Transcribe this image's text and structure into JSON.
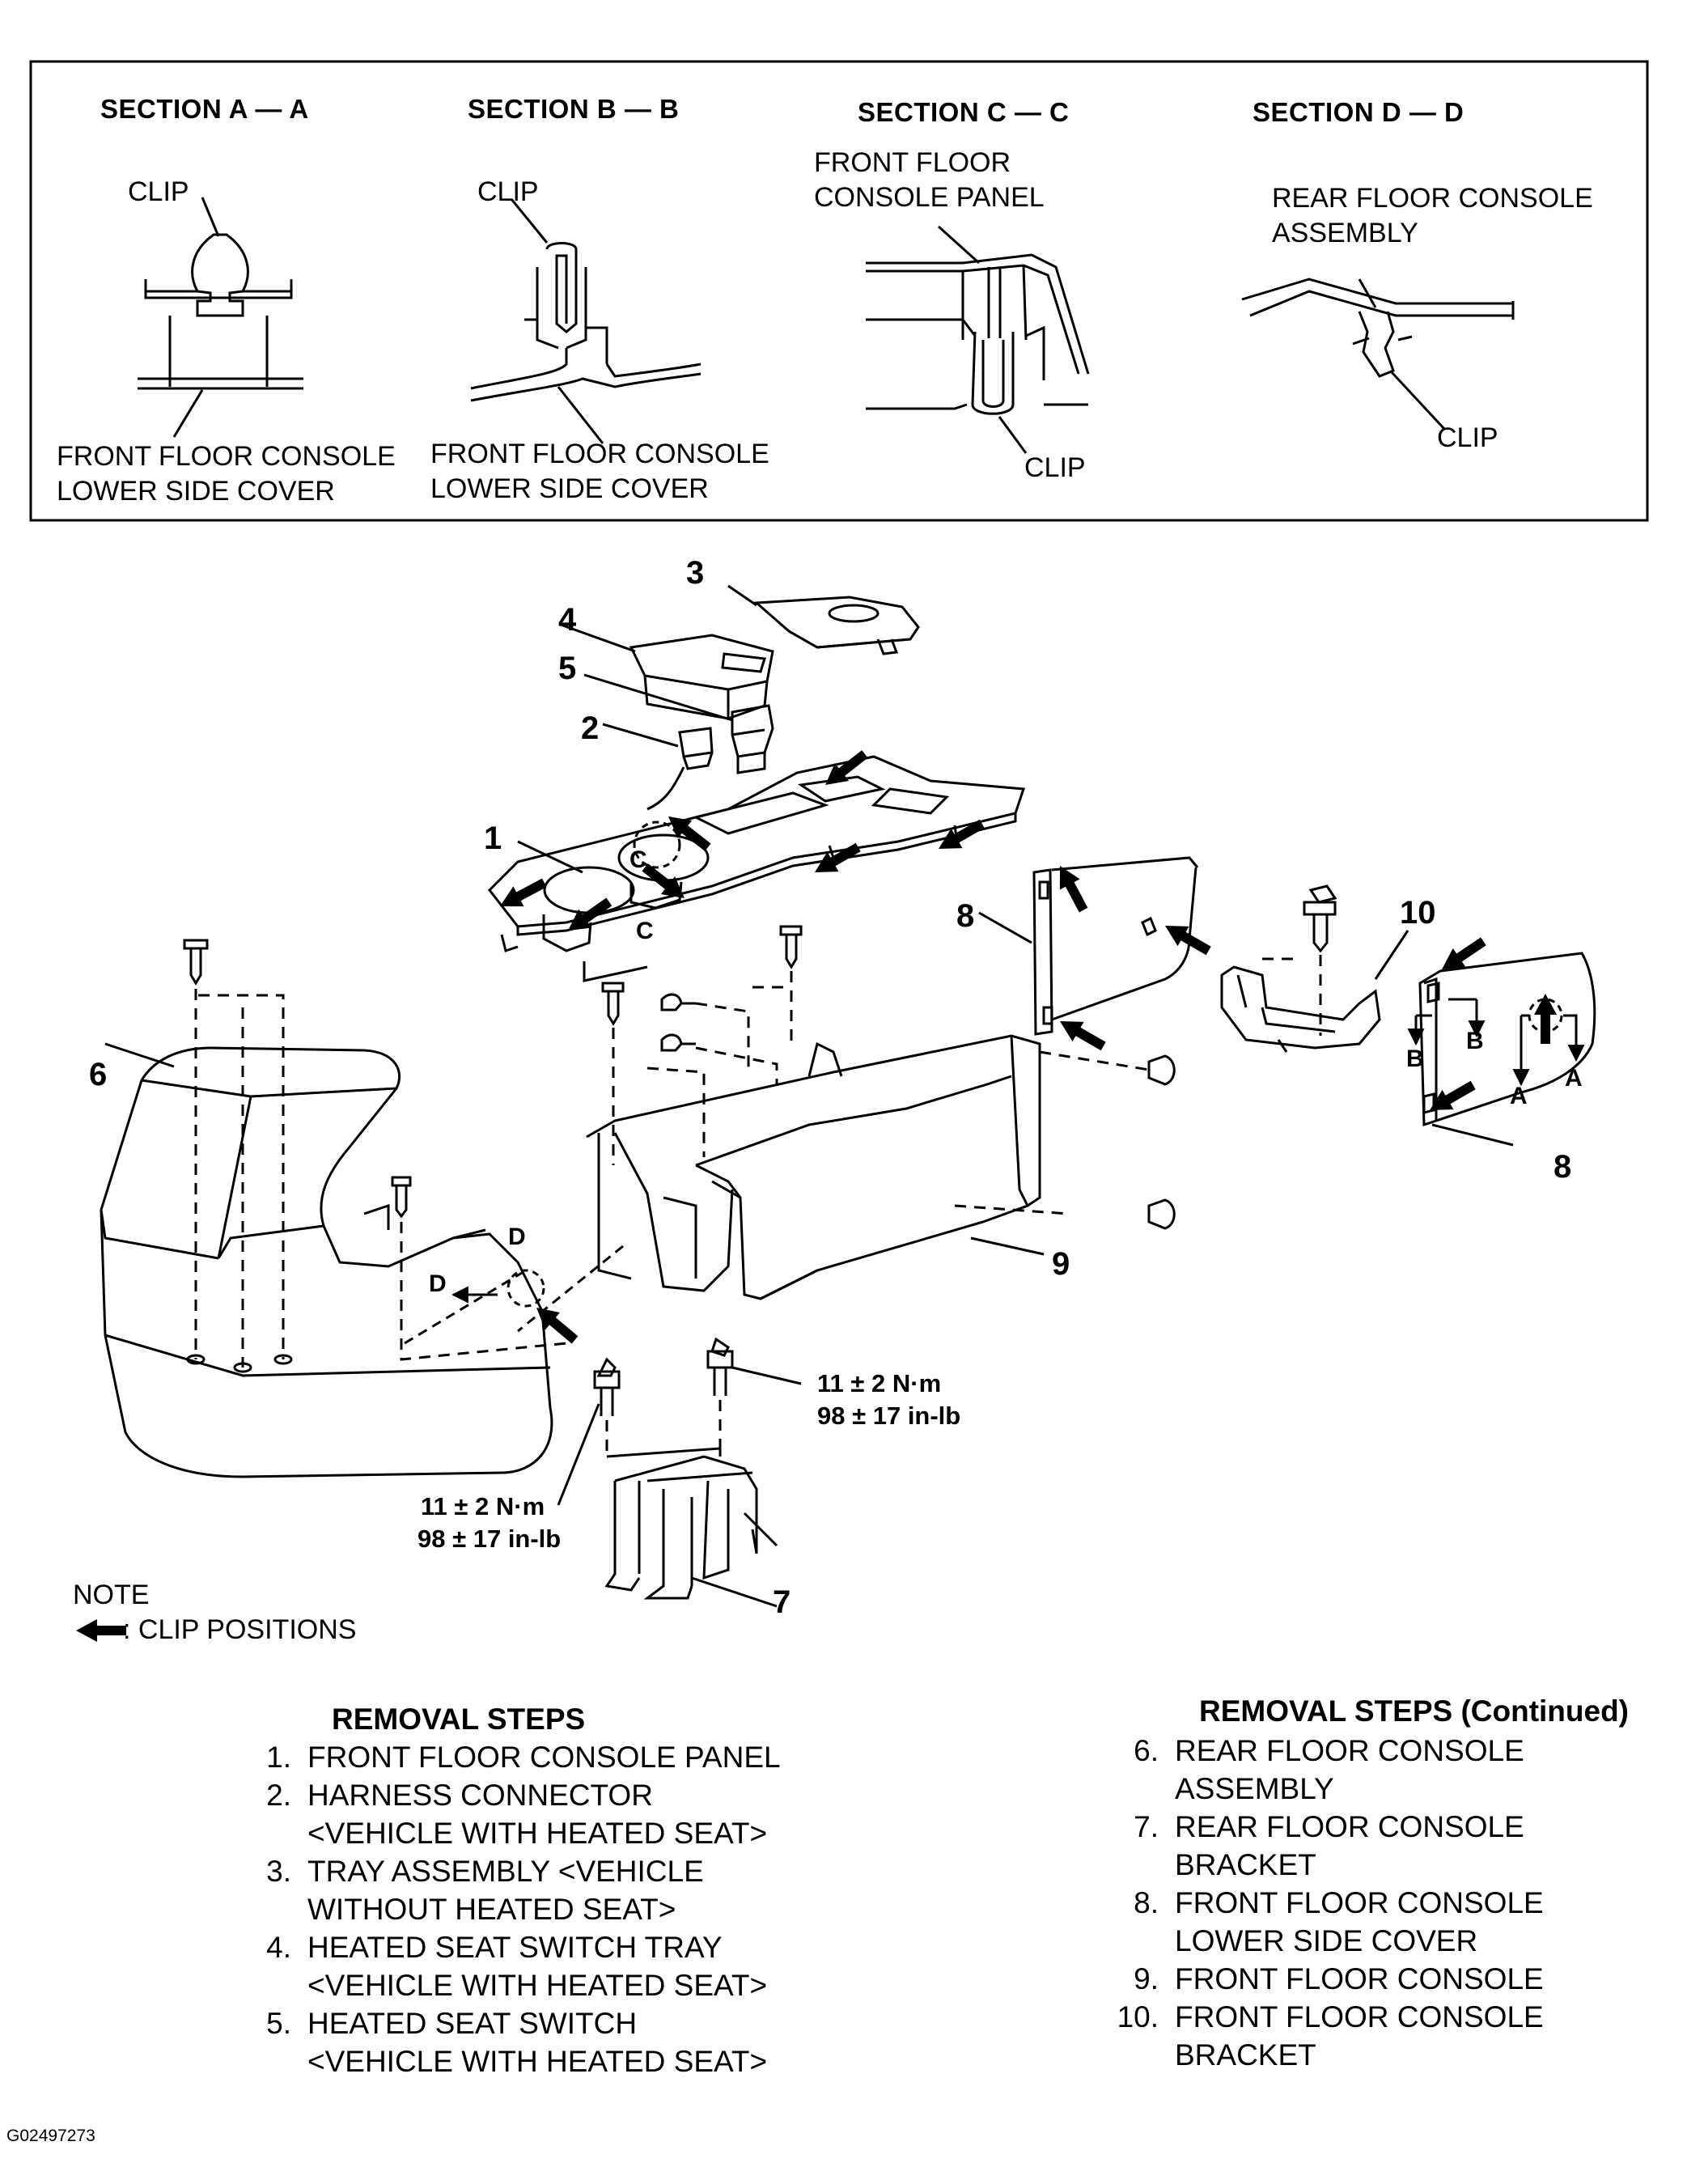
{
  "sections": [
    {
      "title": "SECTION A — A",
      "labels": [
        "CLIP",
        "FRONT FLOOR CONSOLE",
        "LOWER SIDE COVER"
      ]
    },
    {
      "title": "SECTION B — B",
      "labels": [
        "CLIP",
        "FRONT FLOOR CONSOLE",
        "LOWER SIDE COVER"
      ]
    },
    {
      "title": "SECTION C — C",
      "labels": [
        "FRONT FLOOR",
        "CONSOLE PANEL",
        "CLIP"
      ]
    },
    {
      "title": "SECTION D — D",
      "labels": [
        "REAR FLOOR CONSOLE",
        "ASSEMBLY",
        "CLIP"
      ]
    }
  ],
  "callouts": {
    "n1": "1",
    "n2": "2",
    "n3": "3",
    "n4": "4",
    "n5": "5",
    "n6": "6",
    "n7": "7",
    "n8a": "8",
    "n8b": "8",
    "n9": "9",
    "n10": "10"
  },
  "view_letters": {
    "c1": "C",
    "c2": "C",
    "d1": "D",
    "d2": "D",
    "b1": "B",
    "b2": "B",
    "a1": "A",
    "a2": "A"
  },
  "torque": {
    "upper": [
      "11 ± 2 N·m",
      "98 ± 17 in-lb"
    ],
    "lower": [
      "11 ± 2 N·m",
      "98 ± 17 in-lb"
    ]
  },
  "note": {
    "title": "NOTE",
    "legend": ": CLIP POSITIONS"
  },
  "removal_steps": {
    "heading": "REMOVAL STEPS",
    "heading_continued": "REMOVAL STEPS (Continued)",
    "left": [
      {
        "n": "1.",
        "lines": [
          "FRONT FLOOR CONSOLE PANEL"
        ]
      },
      {
        "n": "2.",
        "lines": [
          "HARNESS CONNECTOR",
          "<VEHICLE WITH HEATED SEAT>"
        ]
      },
      {
        "n": "3.",
        "lines": [
          "TRAY ASSEMBLY <VEHICLE",
          "WITHOUT HEATED SEAT>"
        ]
      },
      {
        "n": "4.",
        "lines": [
          "HEATED SEAT SWITCH TRAY",
          "<VEHICLE WITH HEATED SEAT>"
        ]
      },
      {
        "n": "5.",
        "lines": [
          "HEATED SEAT SWITCH",
          "<VEHICLE WITH HEATED SEAT>"
        ]
      }
    ],
    "right": [
      {
        "n": "6.",
        "lines": [
          "REAR FLOOR CONSOLE",
          "ASSEMBLY"
        ]
      },
      {
        "n": "7.",
        "lines": [
          "REAR FLOOR CONSOLE",
          "BRACKET"
        ]
      },
      {
        "n": "8.",
        "lines": [
          "FRONT FLOOR CONSOLE",
          "LOWER SIDE COVER"
        ]
      },
      {
        "n": "9.",
        "lines": [
          "FRONT FLOOR CONSOLE"
        ]
      },
      {
        "n": "10.",
        "lines": [
          "FRONT FLOOR CONSOLE",
          "BRACKET"
        ]
      }
    ]
  },
  "figure_id": "G02497273"
}
